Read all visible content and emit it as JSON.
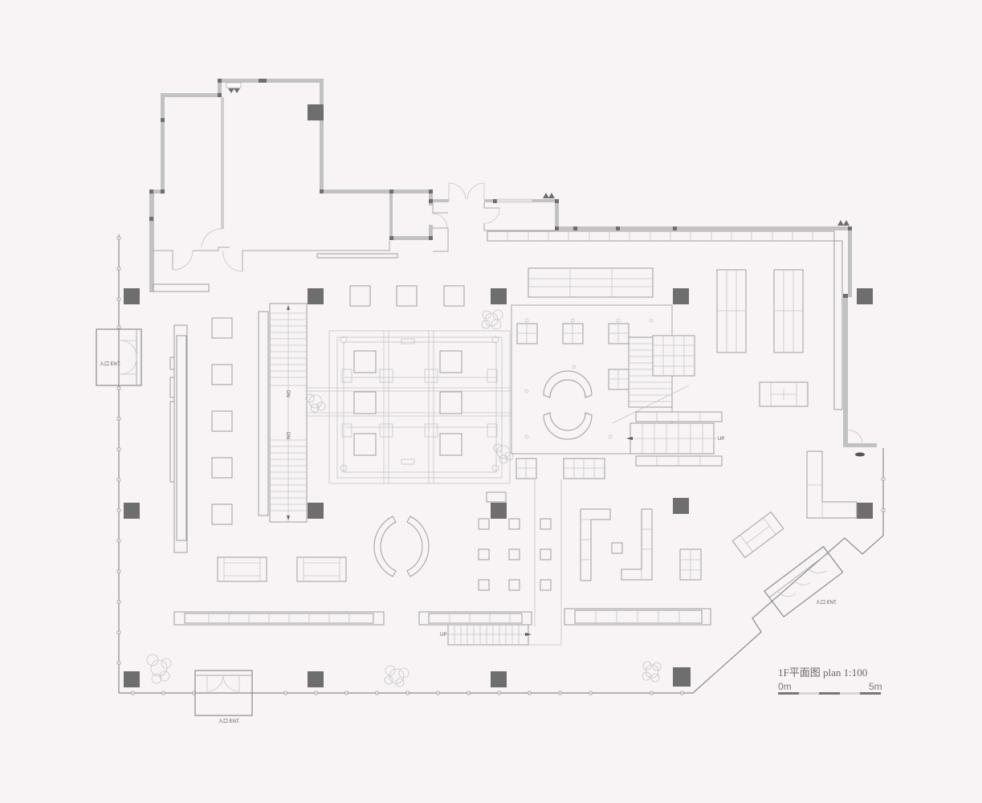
{
  "plan": {
    "title": "1F平面图  plan 1:100",
    "scale": {
      "start_label": "0m",
      "end_label": "5m",
      "segments": [
        "#777777",
        "#d8d8d8",
        "#777777",
        "#d8d8d8",
        "#777777"
      ]
    },
    "entrances": [
      {
        "id": "west",
        "label": "入口 ENT."
      },
      {
        "id": "south",
        "label": "入口 ENT."
      },
      {
        "id": "southeast",
        "label": "入口 ENT."
      }
    ],
    "stairs": [
      {
        "id": "stair-west-upper",
        "label": "DN"
      },
      {
        "id": "stair-west-lower",
        "label": "DN"
      },
      {
        "id": "stair-east",
        "label": "UP"
      },
      {
        "id": "stair-south",
        "label": "UP"
      }
    ],
    "colors": {
      "background": "#f8f4f5",
      "wall": "#c2c2c2",
      "column": "#6e6e6e",
      "line": "#a8a8a8"
    }
  }
}
